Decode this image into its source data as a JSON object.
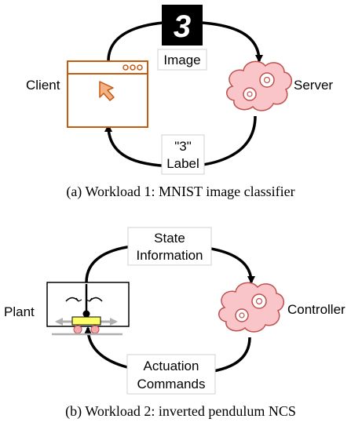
{
  "figure1": {
    "digit": "3",
    "image_label": "Image",
    "client_label": "Client",
    "server_label": "Server",
    "return_line1": "\"3\"",
    "return_line2": "Label",
    "caption": "(a) Workload 1: MNIST image classifier"
  },
  "figure2": {
    "top_line1": "State",
    "top_line2": "Information",
    "plant_label": "Plant",
    "controller_label": "Controller",
    "bottom_line1": "Actuation",
    "bottom_line2": "Commands",
    "caption": "(b) Workload 2: inverted pendulum NCS"
  },
  "colors": {
    "cloud_fill": "#f9c5c8",
    "cloud_stroke": "#c0504d",
    "window_stroke": "#c55a11",
    "cursor_fill": "#f4b183",
    "cart_fill": "#ffff66",
    "wheel_fill": "#f4aaaa",
    "track_gray": "#b0b0b0"
  }
}
